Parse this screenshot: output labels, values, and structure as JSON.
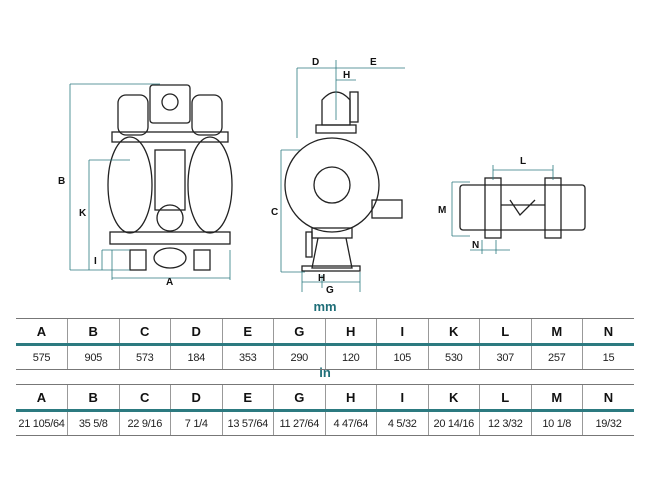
{
  "drawing": {
    "front_labels": {
      "B": "B",
      "K": "K",
      "I": "I",
      "A": "A"
    },
    "side_labels": {
      "D": "D",
      "E": "E",
      "H_top": "H",
      "C": "C",
      "H_bottom": "H",
      "G": "G"
    },
    "top_labels": {
      "L": "L",
      "M": "M",
      "N": "N"
    }
  },
  "mm": {
    "title": "mm",
    "headers": [
      "A",
      "B",
      "C",
      "D",
      "E",
      "G",
      "H",
      "I",
      "K",
      "L",
      "M",
      "N"
    ],
    "values": [
      "575",
      "905",
      "573",
      "184",
      "353",
      "290",
      "120",
      "105",
      "530",
      "307",
      "257",
      "15"
    ]
  },
  "in": {
    "title": "in",
    "headers": [
      "A",
      "B",
      "C",
      "D",
      "E",
      "G",
      "H",
      "I",
      "K",
      "L",
      "M",
      "N"
    ],
    "values": [
      "21 105/64",
      "35 5/8",
      "22 9/16",
      "7 1/4",
      "13 57/64",
      "11 27/64",
      "4 47/64",
      "4 5/32",
      "20 14/16",
      "12 3/32",
      "10 1/8",
      "19/32"
    ]
  }
}
